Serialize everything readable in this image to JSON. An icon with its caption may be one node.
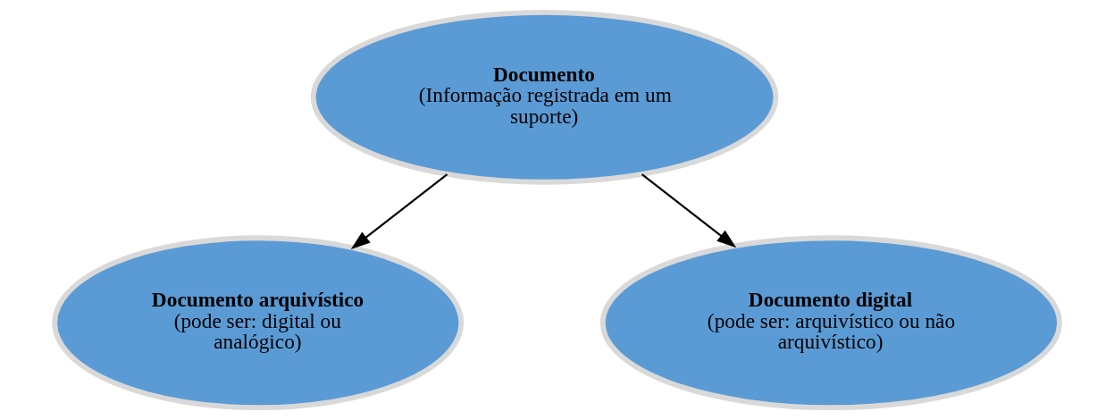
{
  "diagram": {
    "nodes": [
      {
        "text": [
          "Documento",
          "(Informação registrada em um suporte)"
        ]
      },
      {
        "text": [
          "Documento arquivístico",
          "(pode ser: digital ou analógico)"
        ]
      },
      {
        "text": [
          "Documento digital",
          "(pode ser: arquivístico ou não arquivístico)"
        ]
      }
    ],
    "edges": [
      {
        "from": 0,
        "to": 1,
        "arrow": "to"
      },
      {
        "from": 0,
        "to": 2,
        "arrow": "to"
      }
    ]
  }
}
